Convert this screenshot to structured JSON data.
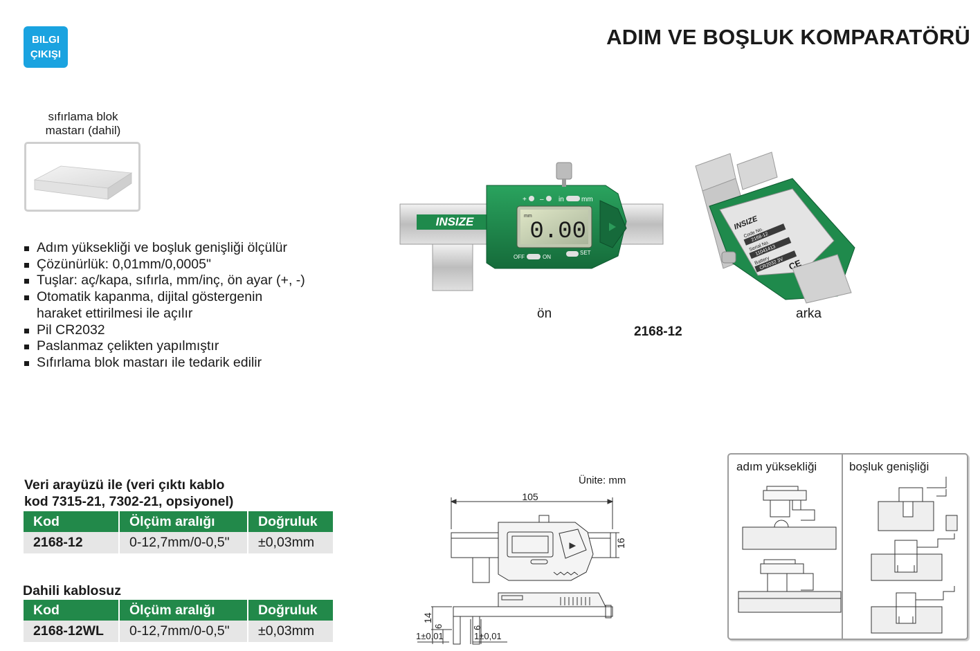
{
  "badge": {
    "line1": "BILGI",
    "line2": "ÇIKIŞI"
  },
  "title": "ADIM VE BOŞLUK KOMPARATÖRÜ",
  "zero_block": {
    "caption_line1": "sıfırlama blok",
    "caption_line2": "mastarı (dahil)"
  },
  "features": [
    "Adım yüksekliği ve boşluk genişliği ölçülür",
    "Çözünürlük: 0,01mm/0,0005\"",
    "Tuşlar: aç/kapa, sıfırla, mm/inç, ön ayar (+, -)",
    "Otomatik kapanma, dijital göstergenin",
    "haraket ettirilmesi ile açılır",
    "Pil CR2032",
    "Paslanmaz çelikten yapılmıştır",
    "Sıfırlama blok mastarı ile tedarik edilir"
  ],
  "product": {
    "front_caption": "ön",
    "back_caption": "arka",
    "model": "2168-12",
    "brand": "INSIZE",
    "display_value": "0.00",
    "display_unit": "mm",
    "key_labels": {
      "plus": "+",
      "minus": "–",
      "in": "in",
      "mm": "mm",
      "off": "OFF",
      "on": "ON",
      "set": "SET"
    },
    "back_plate": {
      "code_no_label": "Code No.",
      "code_no": "2168-12",
      "serial_label": "Serial No.",
      "serial": "11041413",
      "battery_label": "Battery",
      "battery": "CR2032 3V",
      "ce": "CE"
    }
  },
  "table1": {
    "heading_line1": "Veri arayüzü ile (veri çıktı kablo",
    "heading_line2": "kod 7315-21, 7302-21, opsiyonel)",
    "headers": [
      "Kod",
      "Ölçüm aralığı",
      "Doğruluk"
    ],
    "row": [
      "2168-12",
      "0-12,7mm/0-0,5\"",
      "±0,03mm"
    ]
  },
  "table2": {
    "heading": "Dahili  kablosuz",
    "headers": [
      "Kod",
      "Ölçüm aralığı",
      "Doğruluk"
    ],
    "row": [
      "2168-12WL",
      "0-12,7mm/0-0,5\"",
      "±0,03mm"
    ]
  },
  "drawing": {
    "unit_label": "Ünite: mm",
    "dim_105": "105",
    "dim_16": "16",
    "dim_14": "14",
    "dim_6a": "6",
    "dim_6b": "6",
    "tol_a": "1±0,01",
    "tol_b": "1±0,01"
  },
  "usage": {
    "left_label": "adım yüksekliği",
    "right_label": "boşluk genişliği"
  },
  "colors": {
    "badge": "#1aa3e0",
    "table_header": "#22894a",
    "table_row": "#e6e6e6",
    "device_green": "#1f8a4c"
  }
}
